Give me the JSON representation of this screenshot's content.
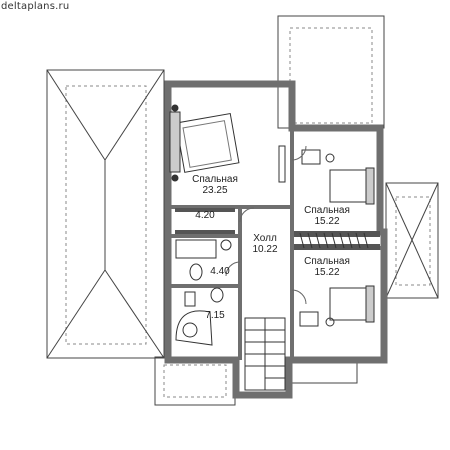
{
  "site": "deltaplans.ru",
  "rooms": {
    "bedroom_main": {
      "name": "Спальная",
      "area": "23.25"
    },
    "bath_1": {
      "area": "4.20"
    },
    "hall": {
      "name": "Холл",
      "area": "10.22"
    },
    "bedroom_east_1": {
      "name": "Спальная",
      "area": "15.22"
    },
    "bedroom_east_2": {
      "name": "Спальная",
      "area": "15.22"
    },
    "bath_2": {
      "area": "4.40"
    },
    "bath_3": {
      "area": "7.15"
    }
  },
  "colors": {
    "wall": "#6f6f6f",
    "line": "#555555",
    "furniture": "#333333"
  }
}
